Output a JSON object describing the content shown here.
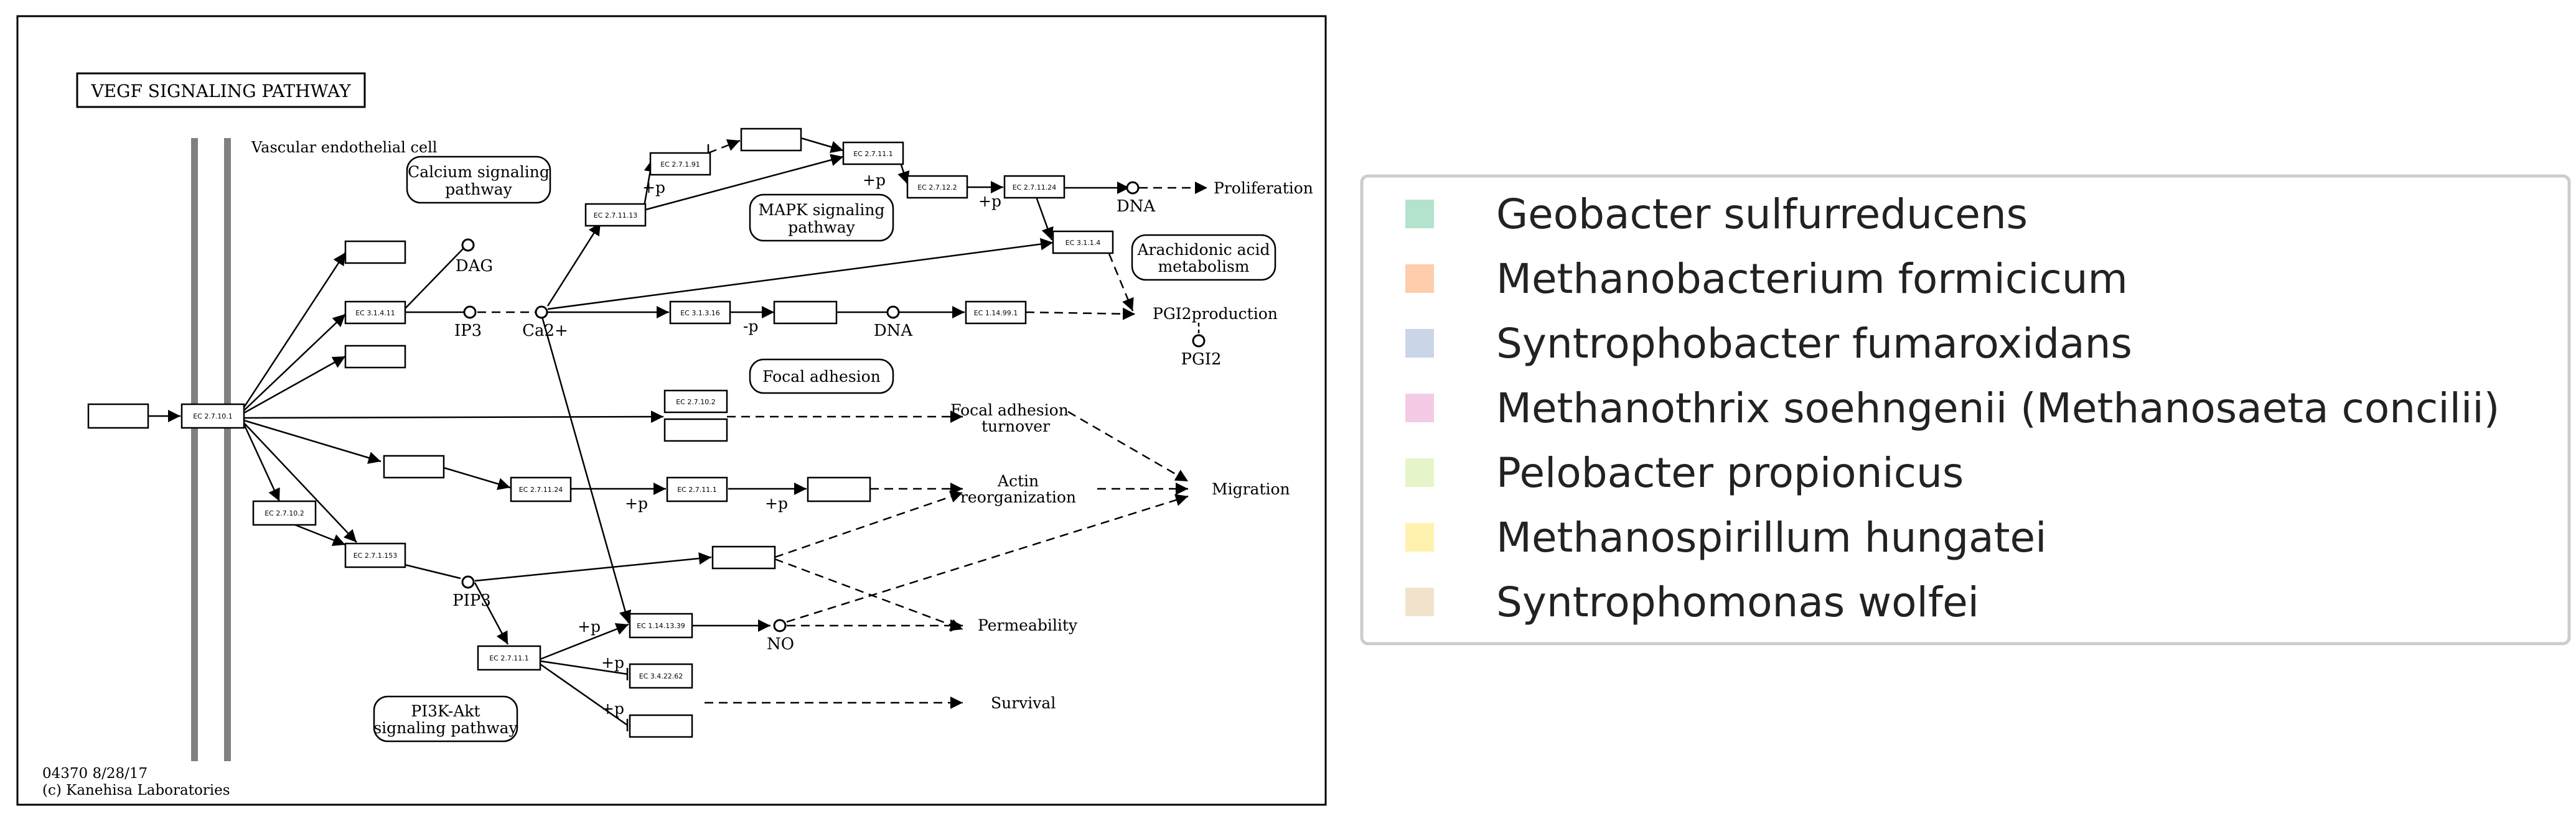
{
  "diagram": {
    "title": "VEGF SIGNALING PATHWAY",
    "cell_label": "Vascular endothelial cell",
    "footer": {
      "line1": "04370 8/28/17",
      "line2": "(c) Kanehisa Laboratories"
    },
    "enzymes": {
      "e1": "EC 2.7.10.1",
      "e2": "EC 3.1.4.11",
      "e3": "EC 2.7.11.13",
      "e4": "EC 2.7.1.91",
      "e5": "EC 2.7.11.1",
      "e6": "EC 2.7.12.2",
      "e7": "EC 2.7.11.24",
      "e8": "EC 3.1.1.4",
      "e9": "EC 3.1.3.16",
      "e10": "EC 1.14.99.1",
      "e11": "EC 2.7.10.2",
      "e12": "EC 2.7.11.24",
      "e13": "EC 2.7.11.1",
      "e14": "EC 2.7.10.2",
      "e15": "EC 2.7.1.153",
      "e16": "EC 2.7.11.1",
      "e17": "EC 1.14.13.39",
      "e18": "EC 3.4.22.62"
    },
    "compounds": {
      "dag": "DAG",
      "ip3": "IP3",
      "ca": "Ca2+",
      "dna1": "DNA",
      "dna2": "DNA",
      "pgi2": "PGI2",
      "pip3": "PIP3",
      "no": "NO"
    },
    "maps": {
      "calcium": [
        "Calcium signaling",
        "pathway"
      ],
      "mapk": [
        "MAPK signaling",
        "pathway"
      ],
      "arachidonic": [
        "Arachidonic acid",
        "metabolism"
      ],
      "focal": [
        "Focal adhesion"
      ],
      "pi3k": [
        "PI3K-Akt",
        "signaling pathway"
      ]
    },
    "outcomes": {
      "proliferation": "Proliferation",
      "pgi2_production": "PGI2production",
      "focal_turnover": [
        "Focal adhesion",
        "turnover"
      ],
      "actin": [
        "Actin",
        "reorganization"
      ],
      "migration": "Migration",
      "permeability": "Permeability",
      "survival": "Survival"
    },
    "modifiers": {
      "plus_p": "+p",
      "minus_p": "-p"
    }
  },
  "legend": {
    "items": [
      {
        "label": "Geobacter sulfurreducens",
        "color": "#b3e2cd"
      },
      {
        "label": "Methanobacterium formicicum",
        "color": "#fdcdac"
      },
      {
        "label": "Syntrophobacter fumaroxidans",
        "color": "#cbd5e8"
      },
      {
        "label": "Methanothrix soehngenii (Methanosaeta concilii)",
        "color": "#f4cae4"
      },
      {
        "label": "Pelobacter propionicus",
        "color": "#e6f5c9"
      },
      {
        "label": "Methanospirillum hungatei",
        "color": "#fff2ae"
      },
      {
        "label": "Syntrophomonas wolfei",
        "color": "#f1e2cc"
      }
    ]
  }
}
